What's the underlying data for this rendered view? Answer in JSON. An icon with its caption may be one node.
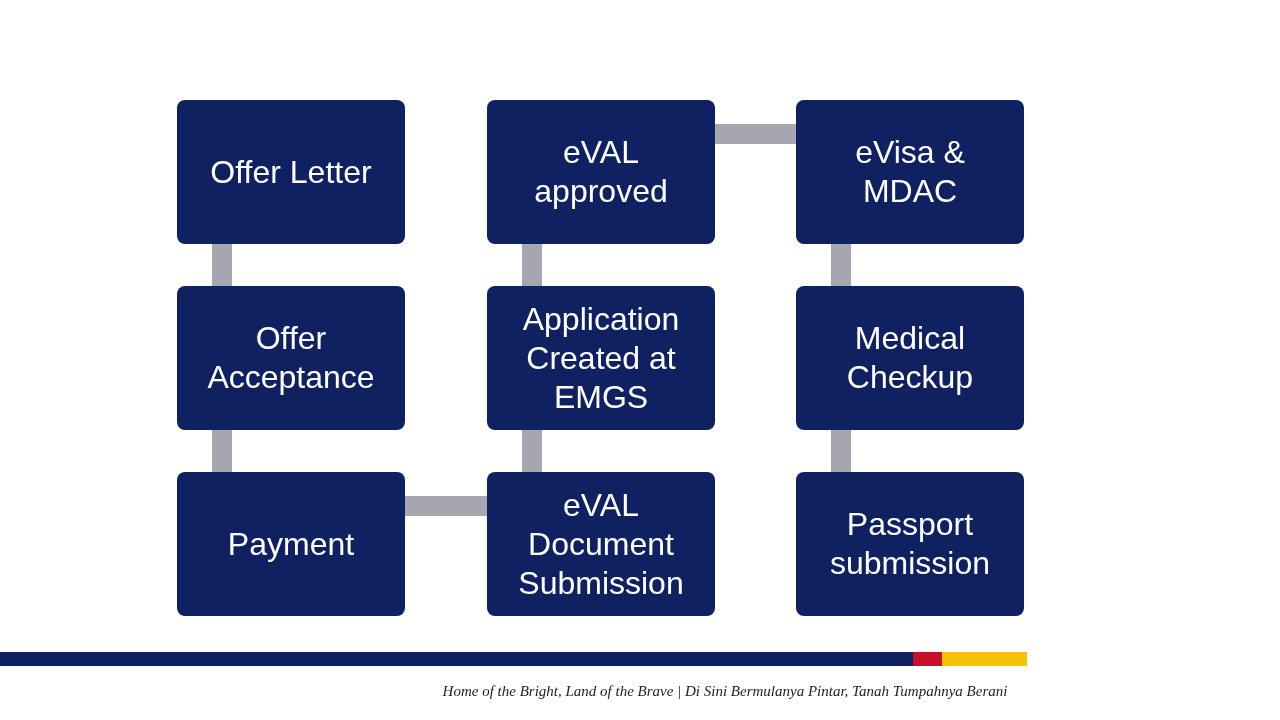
{
  "diagram": {
    "nodes": [
      {
        "text": [
          "Offer Letter"
        ]
      },
      {
        "text": [
          "eVAL approved"
        ]
      },
      {
        "text": [
          "eVisa & MDAC"
        ]
      },
      {
        "text": [
          "Offer Acceptance"
        ]
      },
      {
        "text": [
          "Application Created at EMGS"
        ]
      },
      {
        "text": [
          "Medical Checkup"
        ]
      },
      {
        "text": [
          "Payment"
        ]
      },
      {
        "text": [
          "eVAL Document Submission"
        ]
      },
      {
        "text": [
          "Passport submission"
        ]
      }
    ],
    "edges": [
      {
        "from": 0,
        "to": 3,
        "arrow": "none"
      },
      {
        "from": 3,
        "to": 6,
        "arrow": "none"
      },
      {
        "from": 6,
        "to": 7,
        "arrow": "none"
      },
      {
        "from": 7,
        "to": 4,
        "arrow": "none"
      },
      {
        "from": 4,
        "to": 1,
        "arrow": "none"
      },
      {
        "from": 1,
        "to": 2,
        "arrow": "none"
      },
      {
        "from": 2,
        "to": 5,
        "arrow": "none"
      },
      {
        "from": 5,
        "to": 8,
        "arrow": "none"
      }
    ],
    "labels": [
      "Home of the Bright, Land of the Brave | Di Sini Bermulanya Pintar, Tanah Tumpahnya Berani"
    ]
  }
}
